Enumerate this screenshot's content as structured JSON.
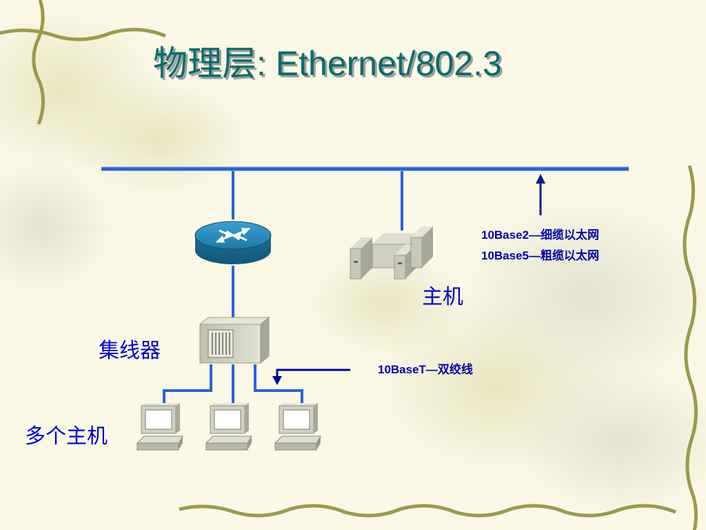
{
  "slide": {
    "title": "物理层: Ethernet/802.3"
  },
  "labels": {
    "host": "主机",
    "hub": "集线器",
    "multi_hosts": "多个主机",
    "cable_thin": "10Base2—细缆以太网",
    "cable_thick": "10Base5—粗缆以太网",
    "twisted_pair": "10BaseT—双绞线"
  },
  "colors": {
    "bus_line": "#2a62d8",
    "label_text": "#0000d0",
    "title_text": "#0a6b6b",
    "router_fill": "#1f86b5",
    "device_gray": "#cfcfbf"
  },
  "icons": [
    "router-icon",
    "server-icon",
    "hub-icon",
    "workstation-icon"
  ]
}
